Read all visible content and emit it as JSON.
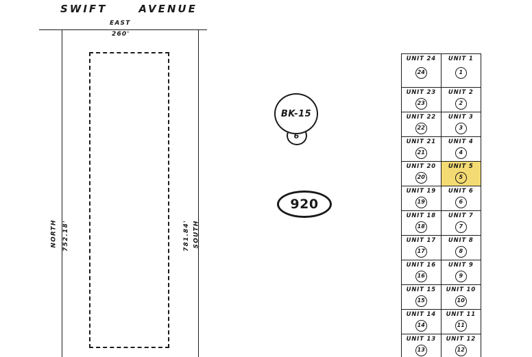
{
  "map": {
    "street_name_part1": "SWIFT",
    "street_name_part2": "AVENUE",
    "boundaries": {
      "north_bearing": "EAST",
      "north_distance": "260'",
      "west_bearing": "NORTH",
      "west_distance": "752.18'",
      "east_distance": "781.84'",
      "east_bearing": "SOUTH"
    },
    "markers": {
      "book": "BK-15",
      "page": "6",
      "parcel_number": "920"
    }
  },
  "unit_table": {
    "rows": [
      {
        "left": {
          "name": "UNIT 24",
          "badge": "24",
          "highlighted": false
        },
        "right": {
          "name": "UNIT 1",
          "badge": "1",
          "highlighted": false
        }
      },
      {
        "left": {
          "name": "UNIT 23",
          "badge": "23",
          "highlighted": false
        },
        "right": {
          "name": "UNIT 2",
          "badge": "2",
          "highlighted": false
        }
      },
      {
        "left": {
          "name": "UNIT 22",
          "badge": "22",
          "highlighted": false
        },
        "right": {
          "name": "UNIT 3",
          "badge": "3",
          "highlighted": false
        }
      },
      {
        "left": {
          "name": "UNIT 21",
          "badge": "21",
          "highlighted": false
        },
        "right": {
          "name": "UNIT 4",
          "badge": "4",
          "highlighted": false
        }
      },
      {
        "left": {
          "name": "UNIT 20",
          "badge": "20",
          "highlighted": false
        },
        "right": {
          "name": "UNIT 5",
          "badge": "5",
          "highlighted": true
        }
      },
      {
        "left": {
          "name": "UNIT 19",
          "badge": "19",
          "highlighted": false
        },
        "right": {
          "name": "UNIT 6",
          "badge": "6",
          "highlighted": false
        }
      },
      {
        "left": {
          "name": "UNIT 18",
          "badge": "18",
          "highlighted": false
        },
        "right": {
          "name": "UNIT 7",
          "badge": "7",
          "highlighted": false
        }
      },
      {
        "left": {
          "name": "UNIT 17",
          "badge": "17",
          "highlighted": false
        },
        "right": {
          "name": "UNIT 8",
          "badge": "8",
          "highlighted": false
        }
      },
      {
        "left": {
          "name": "UNIT 16",
          "badge": "16",
          "highlighted": false
        },
        "right": {
          "name": "UNIT 9",
          "badge": "9",
          "highlighted": false
        }
      },
      {
        "left": {
          "name": "UNIT 15",
          "badge": "15",
          "highlighted": false
        },
        "right": {
          "name": "UNIT 10",
          "badge": "10",
          "highlighted": false
        }
      },
      {
        "left": {
          "name": "UNIT 14",
          "badge": "14",
          "highlighted": false
        },
        "right": {
          "name": "UNIT 11",
          "badge": "11",
          "highlighted": false
        }
      },
      {
        "left": {
          "name": "UNIT 13",
          "badge": "13",
          "highlighted": false
        },
        "right": {
          "name": "UNIT 12",
          "badge": "12",
          "highlighted": false
        }
      }
    ],
    "highlight_color": "#f4da72"
  }
}
